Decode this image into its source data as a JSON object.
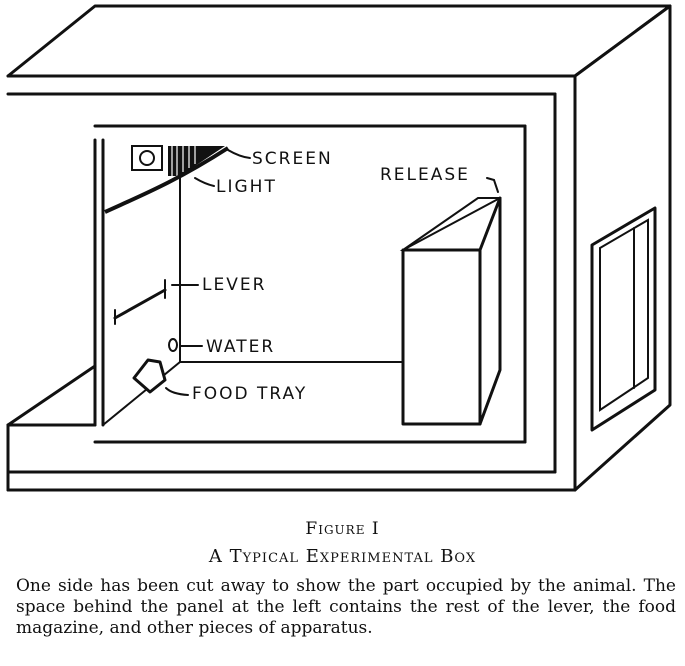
{
  "labels": {
    "screen": "SCREEN",
    "light": "LIGHT",
    "release": "RELEASE",
    "lever": "LEVER",
    "water": "WATER",
    "food_tray": "FOOD TRAY"
  },
  "caption": {
    "figure_number": "Figure I",
    "title": "A Typical Experimental Box",
    "description": "One side has been cut away to show the part occupied by the animal. The space behind the panel at the left contains the rest of the lever, the food magazine, and other pieces of apparatus."
  }
}
